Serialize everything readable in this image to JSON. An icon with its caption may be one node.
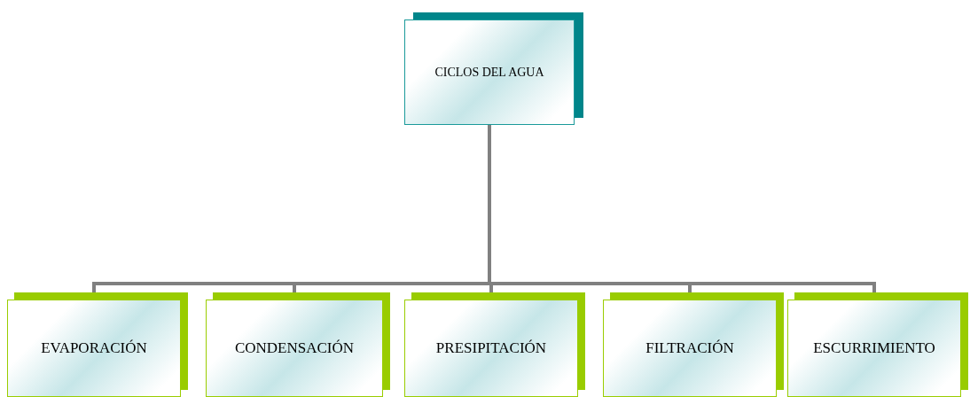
{
  "diagram": {
    "nodes": [
      {
        "text": [
          "CICLOS DEL AGUA"
        ]
      },
      {
        "text": [
          "EVAPORACIÓN"
        ]
      },
      {
        "text": [
          "CONDENSACIÓN"
        ]
      },
      {
        "text": [
          "PRESIPITACIÓN"
        ]
      },
      {
        "text": [
          "FILTRACIÓN"
        ]
      },
      {
        "text": [
          "ESCURRIMIENTO"
        ]
      }
    ],
    "edges": [
      {
        "from": 0,
        "to": 1,
        "arrow": "none"
      },
      {
        "from": 0,
        "to": 2,
        "arrow": "none"
      },
      {
        "from": 0,
        "to": 3,
        "arrow": "none"
      },
      {
        "from": 0,
        "to": 4,
        "arrow": "none"
      },
      {
        "from": 0,
        "to": 5,
        "arrow": "none"
      }
    ]
  }
}
